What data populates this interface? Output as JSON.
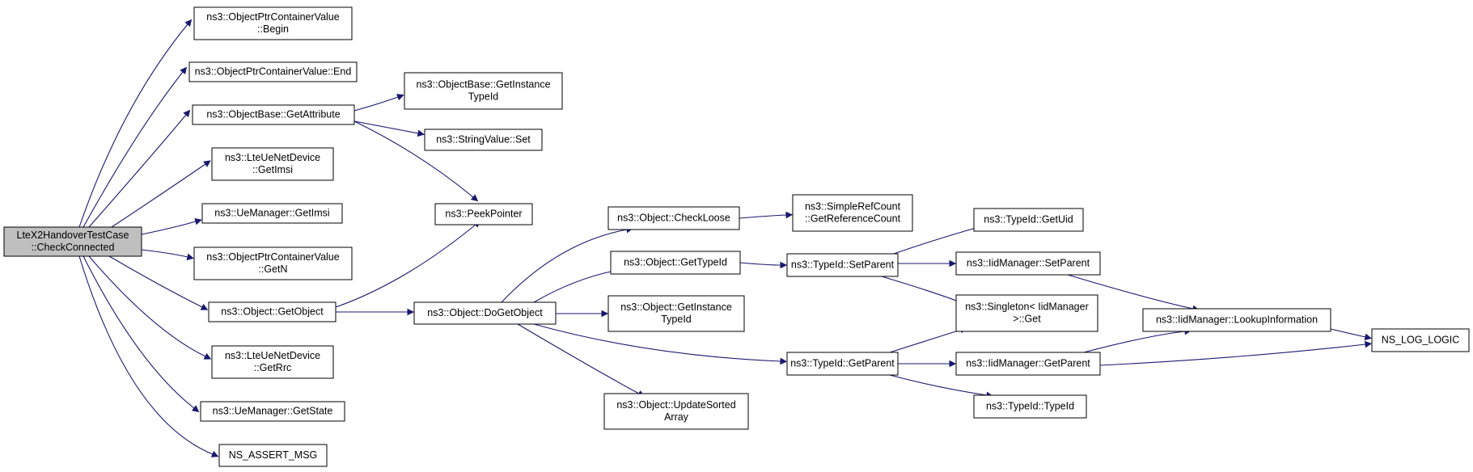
{
  "graph": {
    "edge_color": "#191970",
    "root_fill": "#bfbfbf",
    "nodes": [
      {
        "id": "root",
        "lines": [
          "LteX2HandoverTestCase",
          "::CheckConnected"
        ],
        "root": true
      },
      {
        "id": "begin",
        "lines": [
          "ns3::ObjectPtrContainerValue",
          "::Begin"
        ]
      },
      {
        "id": "end",
        "lines": [
          "ns3::ObjectPtrContainerValue::End"
        ]
      },
      {
        "id": "getattr",
        "lines": [
          "ns3::ObjectBase::GetAttribute"
        ]
      },
      {
        "id": "imsi1",
        "lines": [
          "ns3::LteUeNetDevice",
          "::GetImsi"
        ]
      },
      {
        "id": "imsi2",
        "lines": [
          "ns3::UeManager::GetImsi"
        ]
      },
      {
        "id": "getn",
        "lines": [
          "ns3::ObjectPtrContainerValue",
          "::GetN"
        ]
      },
      {
        "id": "getobject",
        "lines": [
          "ns3::Object::GetObject"
        ]
      },
      {
        "id": "getrrc",
        "lines": [
          "ns3::LteUeNetDevice",
          "::GetRrc"
        ]
      },
      {
        "id": "getstate",
        "lines": [
          "ns3::UeManager::GetState"
        ]
      },
      {
        "id": "assert",
        "lines": [
          "NS_ASSERT_MSG"
        ]
      },
      {
        "id": "obinst",
        "lines": [
          "ns3::ObjectBase::GetInstance",
          "TypeId"
        ]
      },
      {
        "id": "strset",
        "lines": [
          "ns3::StringValue::Set"
        ]
      },
      {
        "id": "peek",
        "lines": [
          "ns3::PeekPointer"
        ]
      },
      {
        "id": "doget",
        "lines": [
          "ns3::Object::DoGetObject"
        ]
      },
      {
        "id": "checkloose",
        "lines": [
          "ns3::Object::CheckLoose"
        ]
      },
      {
        "id": "gettypeid",
        "lines": [
          "ns3::Object::GetTypeId"
        ]
      },
      {
        "id": "oinst",
        "lines": [
          "ns3::Object::GetInstance",
          "TypeId"
        ]
      },
      {
        "id": "usorted",
        "lines": [
          "ns3::Object::UpdateSorted",
          "Array"
        ]
      },
      {
        "id": "refcount",
        "lines": [
          "ns3::SimpleRefCount",
          "::GetReferenceCount"
        ]
      },
      {
        "id": "setparent",
        "lines": [
          "ns3::TypeId::SetParent"
        ]
      },
      {
        "id": "getparent",
        "lines": [
          "ns3::TypeId::GetParent"
        ]
      },
      {
        "id": "getuid",
        "lines": [
          "ns3::TypeId::GetUid"
        ]
      },
      {
        "id": "iidset",
        "lines": [
          "ns3::IidManager::SetParent"
        ]
      },
      {
        "id": "singleton",
        "lines": [
          "ns3::Singleton< IidManager",
          ">::Get"
        ]
      },
      {
        "id": "iidget",
        "lines": [
          "ns3::IidManager::GetParent"
        ]
      },
      {
        "id": "typeid",
        "lines": [
          "ns3::TypeId::TypeId"
        ]
      },
      {
        "id": "lookup",
        "lines": [
          "ns3::IidManager::LookupInformation"
        ]
      },
      {
        "id": "nslog",
        "lines": [
          "NS_LOG_LOGIC"
        ]
      }
    ],
    "edges": [
      [
        "root",
        "begin"
      ],
      [
        "root",
        "end"
      ],
      [
        "root",
        "getattr"
      ],
      [
        "root",
        "imsi1"
      ],
      [
        "root",
        "imsi2"
      ],
      [
        "root",
        "getn"
      ],
      [
        "root",
        "getobject"
      ],
      [
        "root",
        "getrrc"
      ],
      [
        "root",
        "getstate"
      ],
      [
        "root",
        "assert"
      ],
      [
        "getattr",
        "obinst"
      ],
      [
        "getattr",
        "strset"
      ],
      [
        "getattr",
        "peek"
      ],
      [
        "getobject",
        "peek"
      ],
      [
        "getobject",
        "doget"
      ],
      [
        "doget",
        "checkloose"
      ],
      [
        "doget",
        "gettypeid"
      ],
      [
        "doget",
        "oinst"
      ],
      [
        "doget",
        "usorted"
      ],
      [
        "doget",
        "getparent"
      ],
      [
        "checkloose",
        "refcount"
      ],
      [
        "gettypeid",
        "setparent"
      ],
      [
        "setparent",
        "getuid"
      ],
      [
        "setparent",
        "iidset"
      ],
      [
        "setparent",
        "singleton"
      ],
      [
        "getparent",
        "singleton"
      ],
      [
        "getparent",
        "iidget"
      ],
      [
        "getparent",
        "typeid"
      ],
      [
        "iidset",
        "lookup"
      ],
      [
        "iidget",
        "lookup"
      ],
      [
        "iidget",
        "nslog"
      ],
      [
        "lookup",
        "nslog"
      ]
    ]
  }
}
